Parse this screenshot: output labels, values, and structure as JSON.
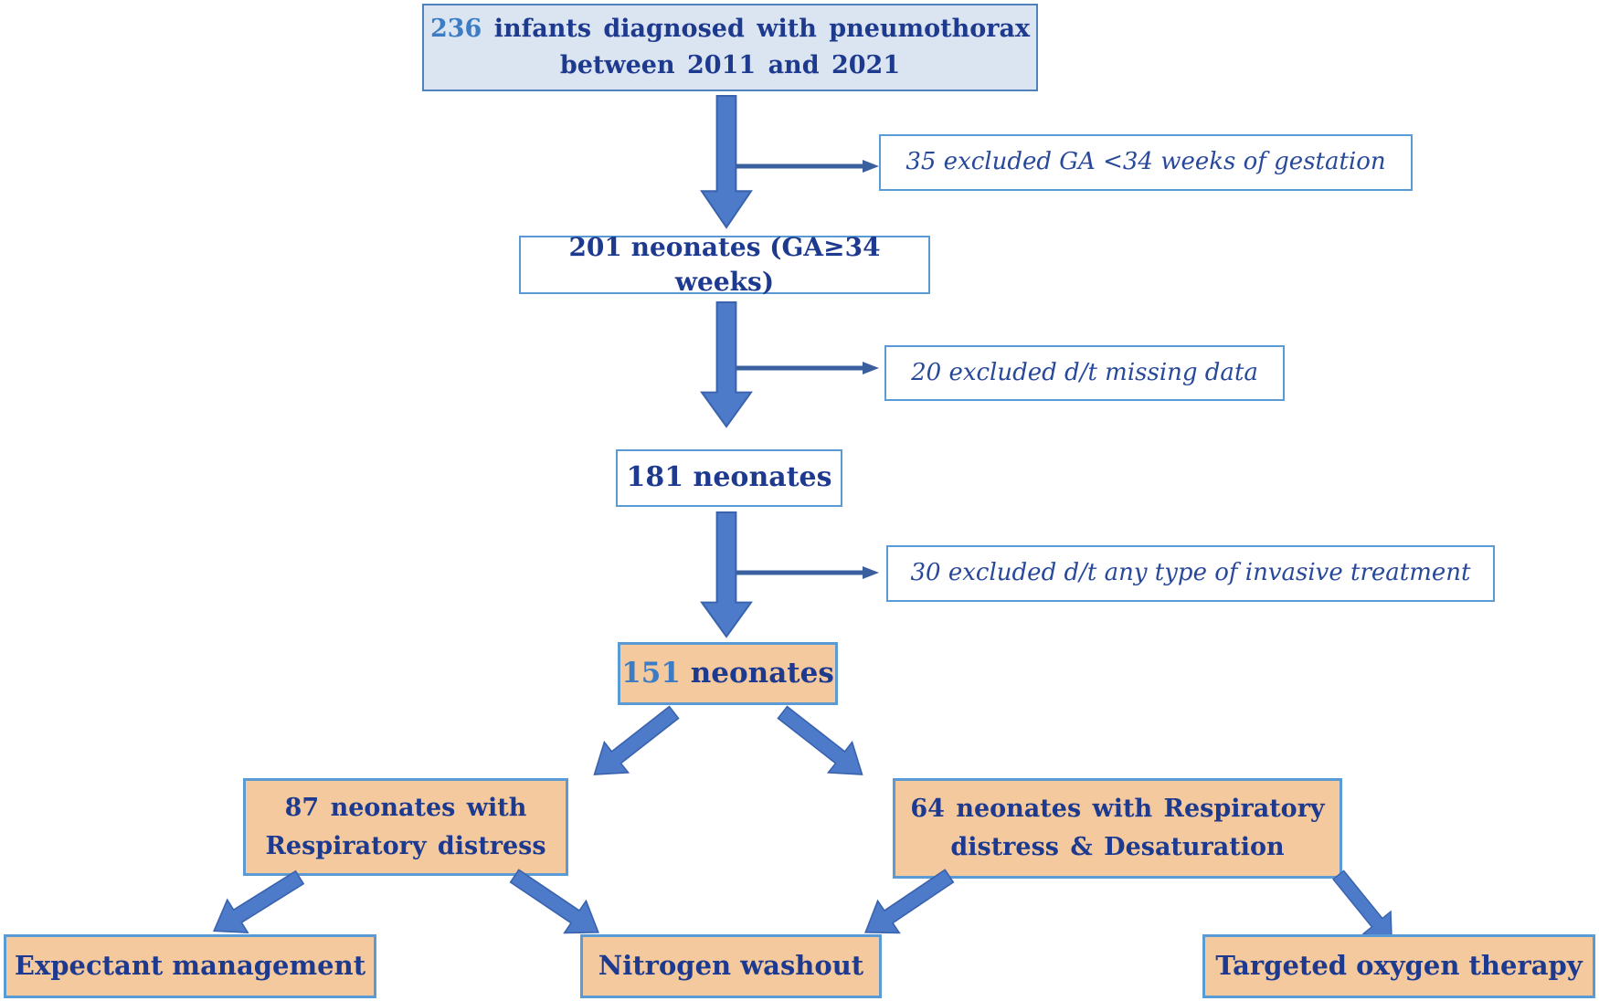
{
  "figure": {
    "description": "Patient flow diagram of infants with pneumothorax",
    "background": "#ffffff"
  },
  "palette": {
    "navy_text": "#1e3a8f",
    "azure_number": "#3c7cc4",
    "exclusion_italic_text": "#28489a",
    "light_blue_border": "#5b9bd5",
    "top_box_fill": "#dbe5f1",
    "top_box_border": "#4f81bd",
    "orange_fill": "#f4c99e",
    "block_arrow_fill": "#4d7ac9",
    "block_arrow_outline": "#3a63ae",
    "thin_arrow": "#3a5f9e"
  },
  "nodes": {
    "total": {
      "number": "236",
      "line1": "infants diagnosed with pneumothorax",
      "line2": "between 2011 and 2021"
    },
    "excluded_ga": "35 excluded GA <34 weeks of gestation",
    "ga_34_weeks": "201 neonates (GA≥34 weeks)",
    "excluded_missing_data": "20 excluded d/t missing data",
    "neonates_181": "181 neonates",
    "excluded_invasive": "30 excluded d/t any type of invasive treatment",
    "neonates_151": {
      "number": "151",
      "text": "neonates"
    },
    "respiratory_87": {
      "line1": "87 neonates with",
      "line2": "Respiratory distress"
    },
    "respiratory_64": {
      "line1": "64 neonates with Respiratory",
      "line2": "distress & Desaturation"
    },
    "expectant": "Expectant management",
    "nitrogen": "Nitrogen washout",
    "targeted": "Targeted oxygen therapy"
  }
}
